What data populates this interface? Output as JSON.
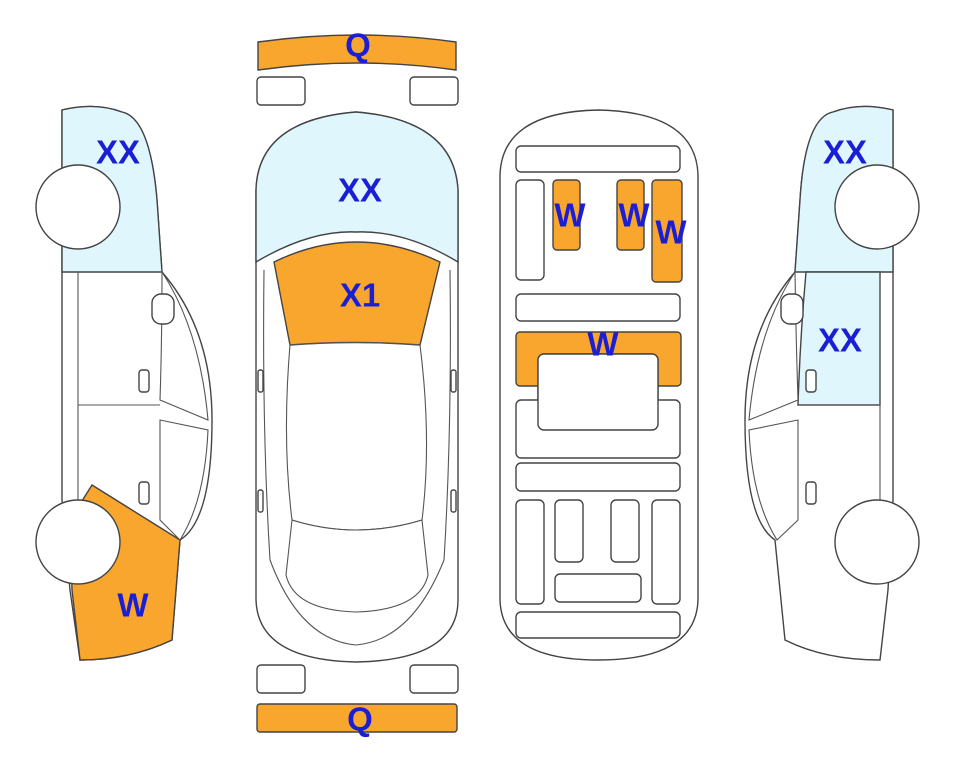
{
  "colors": {
    "orange": "#f9a62e",
    "light_blue": "#dff6fc",
    "label_blue": "#1a1fd6",
    "outline": "#444444"
  },
  "labels": {
    "front_bumper": "Q",
    "rear_bumper": "Q",
    "hood": "XX",
    "windshield": "X1",
    "left_front_fender": "XX",
    "left_rear_quarter": "W",
    "right_front_fender": "XX",
    "right_front_door": "XX",
    "floor_seat_left": "W",
    "floor_seat_middle": "W",
    "floor_seat_right": "W",
    "floor_crossmember": "W"
  }
}
